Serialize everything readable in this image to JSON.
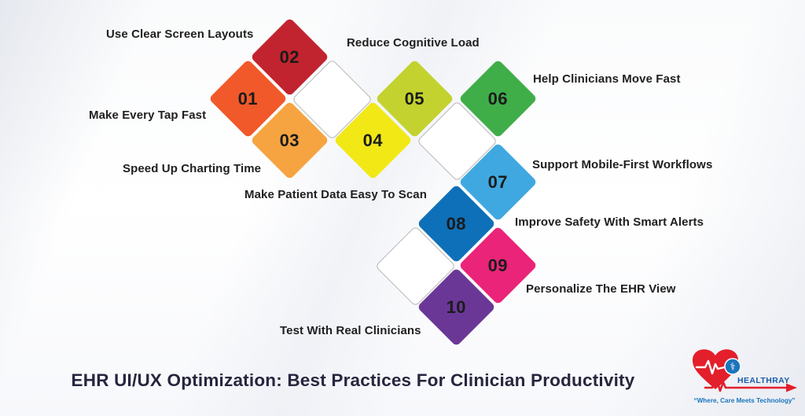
{
  "title": "EHR UI/UX Optimization: Best Practices For Clinician Productivity",
  "title_color": "#26263E",
  "label_color": "#202020",
  "number_color": "#1B1B1B",
  "items": [
    {
      "number": "01",
      "label": "Make Every Tap Fast",
      "color": "#F1592A"
    },
    {
      "number": "02",
      "label": "Use Clear Screen Layouts",
      "color": "#C2242F"
    },
    {
      "number": "03",
      "label": "Speed Up Charting Time",
      "color": "#F6A441"
    },
    {
      "number": "04",
      "label": "Make Patient Data Easy To Scan",
      "color": "#F1E816"
    },
    {
      "number": "05",
      "label": "Reduce Cognitive Load",
      "color": "#C3D22E"
    },
    {
      "number": "06",
      "label": "Help Clinicians Move Fast",
      "color": "#3FAE49"
    },
    {
      "number": "07",
      "label": "Support Mobile-First Workflows",
      "color": "#40A8E0"
    },
    {
      "number": "08",
      "label": "Improve Safety With Smart Alerts",
      "color": "#0E70B8"
    },
    {
      "number": "09",
      "label": "Personalize The EHR View",
      "color": "#EA2478"
    },
    {
      "number": "10",
      "label": "Test With Real Clinicians",
      "color": "#6A3796"
    }
  ],
  "empty_diamond": {
    "fill": "#FFFFFF",
    "border": "#B9B9BB"
  },
  "logo": {
    "brand": "HEALTHRAY",
    "tagline": "“Where, Care Meets Technology”",
    "heart_color": "#E31F2B",
    "brand_color": "#1C5CA8",
    "tagline_color": "#1B75BC",
    "caduceus_symbol": "⚕"
  }
}
